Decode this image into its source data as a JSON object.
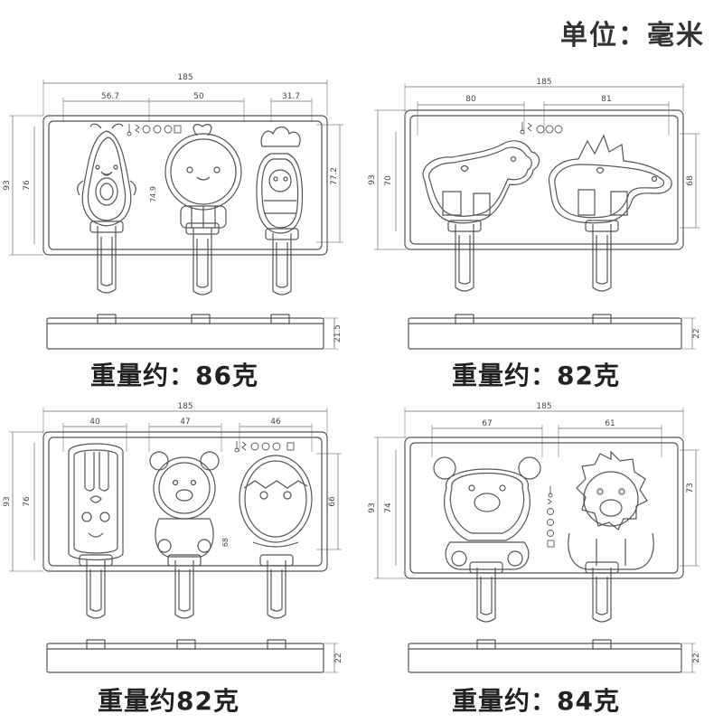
{
  "unit_label": "单位：毫米",
  "molds": [
    {
      "weight": "重量约：86克",
      "dims": {
        "total_width": "185",
        "height": "93",
        "inner_height": "76",
        "right_height": "77.2",
        "mid_height": "74.9",
        "thickness": "21.5"
      },
      "cavity_widths": [
        "56.7",
        "50",
        "31.7"
      ],
      "figures": [
        "chick-pear-cavity",
        "chick-head-cavity",
        "carrot-cavity"
      ]
    },
    {
      "weight": "重量约：82克",
      "dims": {
        "total_width": "185",
        "height": "93",
        "inner_height": "70",
        "right_height": "68",
        "thickness": "22"
      },
      "cavity_widths": [
        "80",
        "81"
      ],
      "figures": [
        "triceratops-cavity",
        "stegosaurus-cavity"
      ]
    },
    {
      "weight": "重量约82克",
      "dims": {
        "total_width": "185",
        "height": "93",
        "inner_height": "76",
        "right_height": "66",
        "mid_height": "68",
        "thickness": "22"
      },
      "cavity_widths": [
        "40",
        "47",
        "46"
      ],
      "figures": [
        "rabbit-cavity",
        "bear-cavity",
        "egg-cavity"
      ]
    },
    {
      "weight": "重量约：84克",
      "dims": {
        "total_width": "185",
        "height": "93",
        "inner_height": "74",
        "right_height": "73",
        "thickness": "22"
      },
      "cavity_widths": [
        "67",
        "61"
      ],
      "figures": [
        "bear-face-cavity",
        "lion-cavity"
      ]
    }
  ]
}
